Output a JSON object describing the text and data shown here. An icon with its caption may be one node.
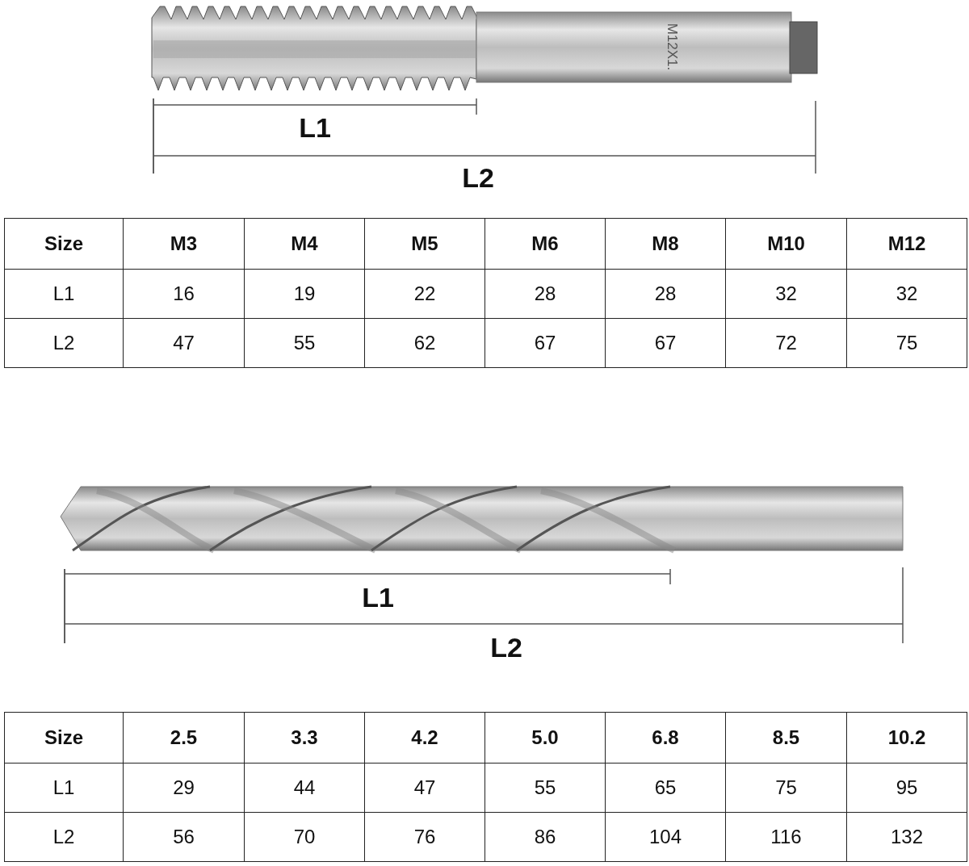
{
  "diagram": {
    "labels": [
      "M12X1.",
      "L1",
      "L2",
      "Size",
      "M3",
      "M4",
      "M5",
      "M6",
      "M8",
      "M10",
      "M12",
      "L1",
      "16",
      "19",
      "22",
      "28",
      "28",
      "32",
      "32",
      "L2",
      "47",
      "55",
      "62",
      "67",
      "67",
      "72",
      "75",
      "L1",
      "L2",
      "Size",
      "2.5",
      "3.3",
      "4.2",
      "5.0",
      "6.8",
      "8.5",
      "10.2",
      "L1",
      "29",
      "44",
      "47",
      "55",
      "65",
      "75",
      "95",
      "L2",
      "56",
      "70",
      "76",
      "86",
      "104",
      "116",
      "132"
    ]
  }
}
